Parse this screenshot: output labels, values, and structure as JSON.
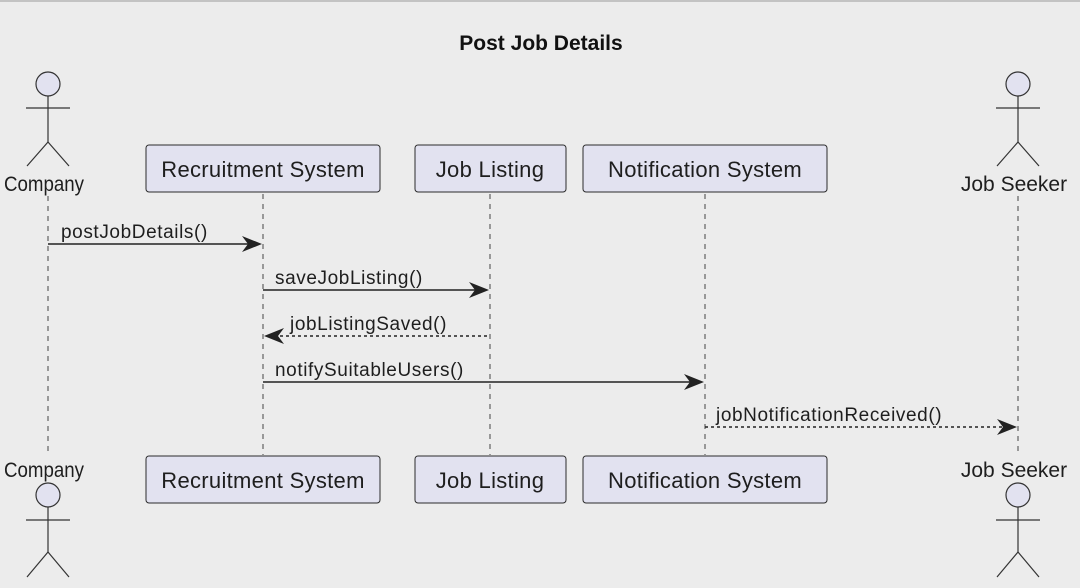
{
  "diagram": {
    "title": "Post Job Details",
    "participants": [
      {
        "id": "company",
        "kind": "actor",
        "label": "Company"
      },
      {
        "id": "recruitment",
        "kind": "box",
        "label": "Recruitment System"
      },
      {
        "id": "joblisting",
        "kind": "box",
        "label": "Job Listing"
      },
      {
        "id": "notification",
        "kind": "box",
        "label": "Notification System"
      },
      {
        "id": "jobseeker",
        "kind": "actor",
        "label": "Job Seeker"
      }
    ],
    "messages": [
      {
        "from": "company",
        "to": "recruitment",
        "label": "postJobDetails()",
        "style": "solid"
      },
      {
        "from": "recruitment",
        "to": "joblisting",
        "label": "saveJobListing()",
        "style": "solid"
      },
      {
        "from": "joblisting",
        "to": "recruitment",
        "label": "jobListingSaved()",
        "style": "dotted"
      },
      {
        "from": "recruitment",
        "to": "notification",
        "label": "notifySuitableUsers()",
        "style": "solid"
      },
      {
        "from": "notification",
        "to": "jobseeker",
        "label": "jobNotificationReceived()",
        "style": "dotted"
      }
    ],
    "colors": {
      "background": "#ececec",
      "participant_fill": "#e2e2f0",
      "stroke": "#2b2b2b"
    }
  }
}
